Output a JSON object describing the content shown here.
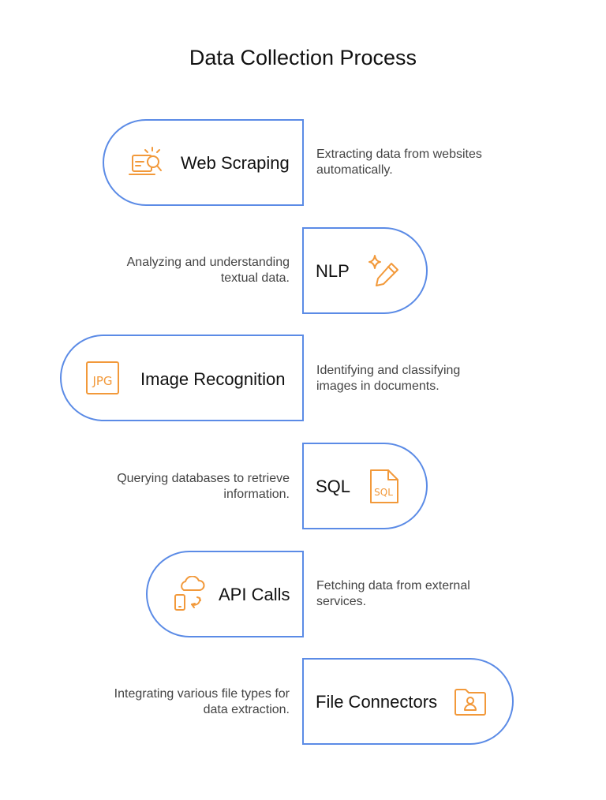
{
  "title": "Data Collection Process",
  "accent_color": "#5b8be6",
  "icon_color": "#f2993a",
  "steps": [
    {
      "label": "Web Scraping",
      "description": [
        "Extracting data from websites",
        "automatically."
      ],
      "icon": "web-scraping-icon"
    },
    {
      "label": "NLP",
      "description": [
        "Analyzing and understanding",
        "textual data."
      ],
      "icon": "sparkle-pencil-icon"
    },
    {
      "label": "Image Recognition",
      "description": [
        "Identifying and classifying",
        "images in documents."
      ],
      "icon": "jpg-file-icon"
    },
    {
      "label": "SQL",
      "description": [
        "Querying databases to retrieve",
        "information."
      ],
      "icon": "sql-file-icon"
    },
    {
      "label": "API Calls",
      "description": [
        "Fetching data from external",
        "services."
      ],
      "icon": "cloud-device-sync-icon"
    },
    {
      "label": "File Connectors",
      "description": [
        "Integrating various file types for",
        "data extraction."
      ],
      "icon": "folder-user-icon"
    }
  ]
}
